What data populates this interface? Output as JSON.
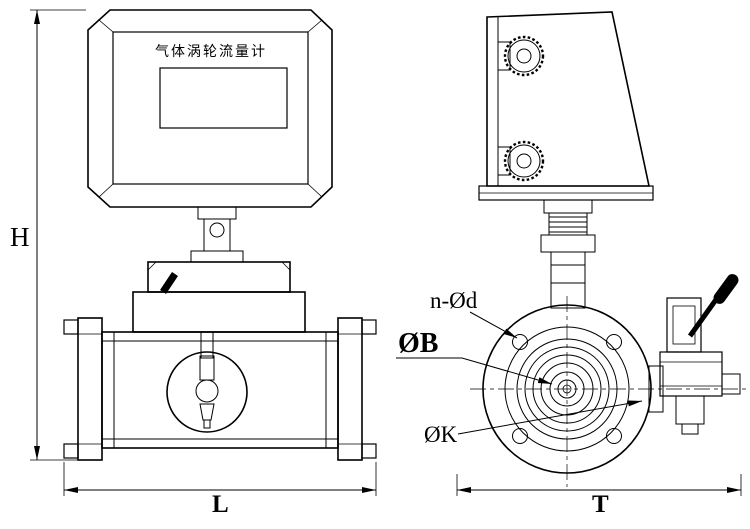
{
  "drawing": {
    "display_title": "气体涡轮流量计",
    "dim_h": "H",
    "dim_l": "L",
    "dim_t": "T",
    "label_bolt_holes": "n-Ød",
    "label_flange_od": "ØB",
    "label_bolt_circle": "ØK",
    "line_color": "#000000",
    "background_color": "#ffffff"
  }
}
